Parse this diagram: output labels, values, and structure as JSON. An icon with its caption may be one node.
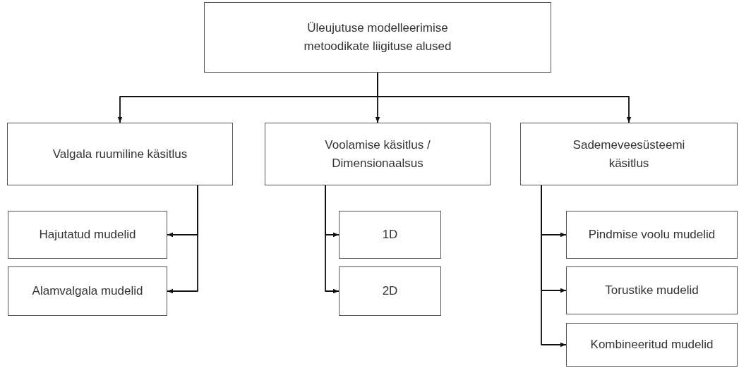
{
  "diagram": {
    "nodes": [
      {
        "text": [
          "Üleujutuse modelleerimise metoodikate liigituse alused"
        ]
      },
      {
        "text": [
          "Valgala ruumiline käsitlus"
        ]
      },
      {
        "text": [
          "Voolamise käsitlus / Dimensionaalsus"
        ]
      },
      {
        "text": [
          "Sademeveesüsteemi käsitlus"
        ]
      },
      {
        "text": [
          "Hajutatud mudelid"
        ]
      },
      {
        "text": [
          "Alamvalgala mudelid"
        ]
      },
      {
        "text": [
          "1D"
        ]
      },
      {
        "text": [
          "2D"
        ]
      },
      {
        "text": [
          "Pindmise voolu mudelid"
        ]
      },
      {
        "text": [
          "Torustike mudelid"
        ]
      },
      {
        "text": [
          "Kombineeritud mudelid"
        ]
      }
    ],
    "edges": [
      {
        "from": 0,
        "to": 1,
        "arrow": "to"
      },
      {
        "from": 0,
        "to": 2,
        "arrow": "to"
      },
      {
        "from": 0,
        "to": 3,
        "arrow": "to"
      },
      {
        "from": 1,
        "to": 4,
        "arrow": "to"
      },
      {
        "from": 1,
        "to": 5,
        "arrow": "to"
      },
      {
        "from": 2,
        "to": 6,
        "arrow": "to"
      },
      {
        "from": 2,
        "to": 7,
        "arrow": "to"
      },
      {
        "from": 3,
        "to": 8,
        "arrow": "to"
      },
      {
        "from": 3,
        "to": 9,
        "arrow": "to"
      },
      {
        "from": 3,
        "to": 10,
        "arrow": "to"
      }
    ]
  }
}
